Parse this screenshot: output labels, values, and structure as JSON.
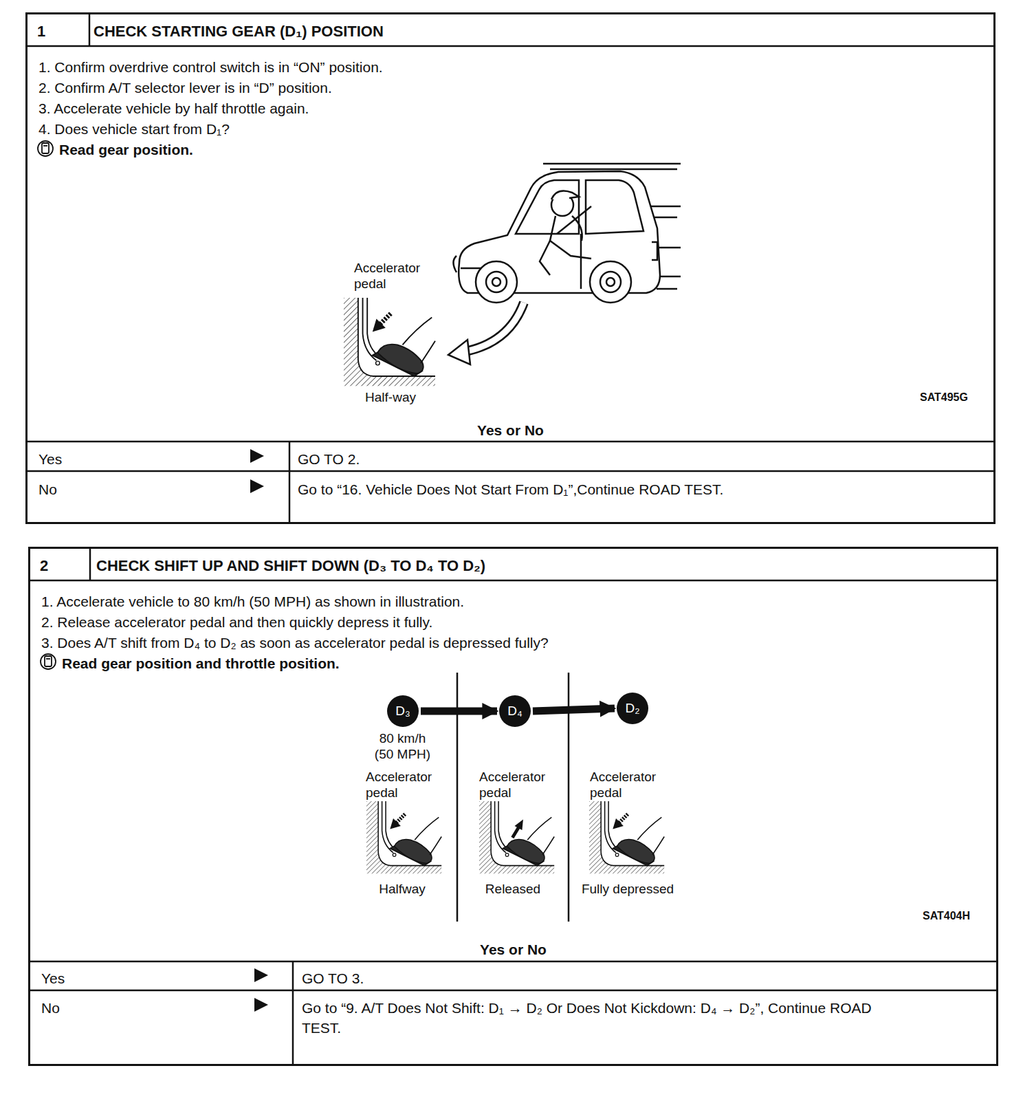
{
  "diagram": {
    "nodes": [
      {
        "text": [
          "1",
          "CHECK STARTING GEAR (D₁) POSITION",
          "1. Confirm overdrive control switch is in “ON” position.",
          "2. Confirm A/T selector lever is in “D” position.",
          "3. Accelerate vehicle by half throttle again.",
          "4. Does vehicle start from D₁?",
          "Read gear position.",
          "Yes or No",
          "Yes",
          "GO TO 2.",
          "No",
          "Go to “16. Vehicle Does Not Start From D₁”,Continue ROAD TEST."
        ]
      },
      {
        "text": [
          "2",
          "CHECK SHIFT UP AND SHIFT DOWN (D₃ TO D₄ TO D₂)",
          "1. Accelerate vehicle to 80 km/h (50 MPH) as shown in illustration.",
          "2. Release accelerator pedal and then quickly depress it fully.",
          "3. Does A/T shift from D₄ to D₂ as soon as accelerator pedal is depressed fully?",
          "Read gear position and throttle position.",
          "Yes or No",
          "Yes",
          "GO TO 3.",
          "No",
          "Go to “9. A/T Does Not Shift: D₁ → D₂ Or Does Not Kickdown: D₄ → D₂”, Continue ROAD TEST."
        ]
      },
      {
        "text": [
          "D₃"
        ],
        "in": 1
      },
      {
        "text": [
          "D₄"
        ],
        "in": 1
      },
      {
        "text": [
          "D₂"
        ],
        "in": 1
      }
    ],
    "edges": [
      {
        "from": 2,
        "to": 3,
        "arrow": "to"
      },
      {
        "from": 3,
        "to": 4,
        "arrow": "to"
      }
    ],
    "labels": [
      "Accelerator pedal",
      "Half-way",
      "SAT495G",
      "80 km/h (50 MPH)",
      "Accelerator pedal",
      "Accelerator pedal",
      "Accelerator pedal",
      "Halfway",
      "Released",
      "Fully depressed",
      "SAT404H"
    ]
  }
}
